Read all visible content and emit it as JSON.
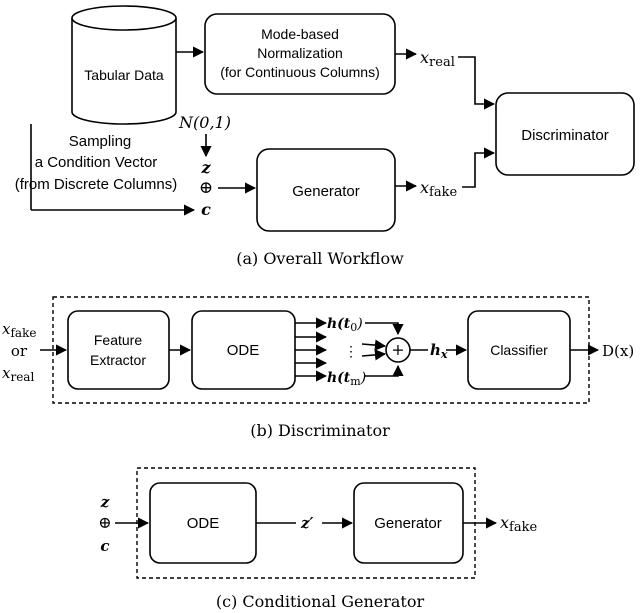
{
  "overall": {
    "tabular_data": "Tabular Data",
    "normalization": [
      "Mode-based",
      "Normalization",
      "(for Continuous Columns)"
    ],
    "sampling": [
      "Sampling",
      "a Condition Vector",
      "(from Discrete Columns)"
    ],
    "noise": "N(0,1)",
    "z": "z",
    "c": "c",
    "oplus": "⊕",
    "generator": "Generator",
    "discriminator": "Discriminator",
    "x_real_base": "x",
    "x_real_sub": "real",
    "x_fake_base": "x",
    "x_fake_sub": "fake",
    "caption": "(a)  Overall Workflow"
  },
  "disc": {
    "in_fake_base": "x",
    "in_fake_sub": "fake",
    "in_or": "or",
    "in_real_base": "x",
    "in_real_sub": "real",
    "feature_extractor": [
      "Feature",
      "Extractor"
    ],
    "ode": "ODE",
    "h_t0": "h(t",
    "h_t0_sub": "0",
    "h_tm": "h(t",
    "h_tm_sub": "m",
    "close_paren": ")",
    "dots": "⋮",
    "plus": "+",
    "h_x": "h",
    "h_x_sub": "x",
    "classifier": "Classifier",
    "output": "D(x)",
    "caption": "(b)  Discriminator"
  },
  "gen": {
    "z": "z",
    "oplus": "⊕",
    "c": "c",
    "ode": "ODE",
    "z_prime": "z′",
    "generator": "Generator",
    "out_base": "x",
    "out_sub": "fake",
    "caption": "(c)  Conditional Generator"
  }
}
